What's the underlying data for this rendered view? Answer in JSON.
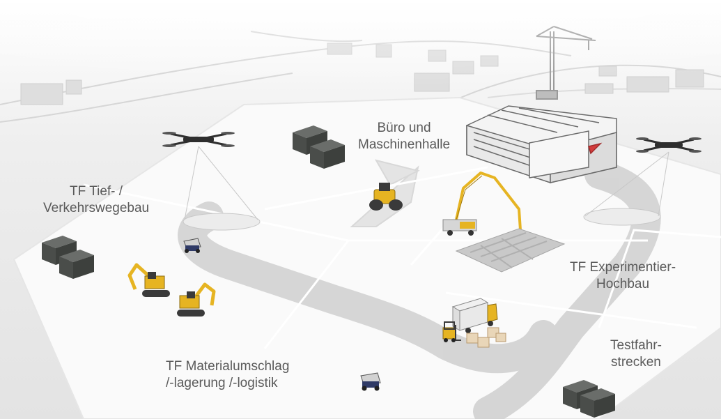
{
  "labels": {
    "buero": {
      "line1": "Büro und",
      "line2": "Maschinenhalle"
    },
    "tiefbau": {
      "line1": "TF Tief- /",
      "line2": "Verkehrswegebau"
    },
    "hochbau": {
      "line1": "TF Experimentier-",
      "line2": "Hochbau"
    },
    "testfahr": {
      "line1": "Testfahr-",
      "line2": "strecken"
    },
    "material": {
      "line1": "TF Materialumschlag",
      "line2": "/-lagerung /-logistik"
    }
  },
  "colors": {
    "background": "#f2f2f2",
    "platform": "#fafafa",
    "road": "#d4d4d4",
    "zone_line": "#ffffff",
    "machine_yellow": "#e6b422",
    "container": "#4a4d4a",
    "label_text": "#5a5a5a"
  },
  "icons": [
    "drone-icon",
    "office-container-icon",
    "excavator-icon",
    "roller-icon",
    "concrete-pump-icon",
    "forklift-icon",
    "truck-icon",
    "hall-icon",
    "tower-crane-icon",
    "dump-cart-icon"
  ]
}
